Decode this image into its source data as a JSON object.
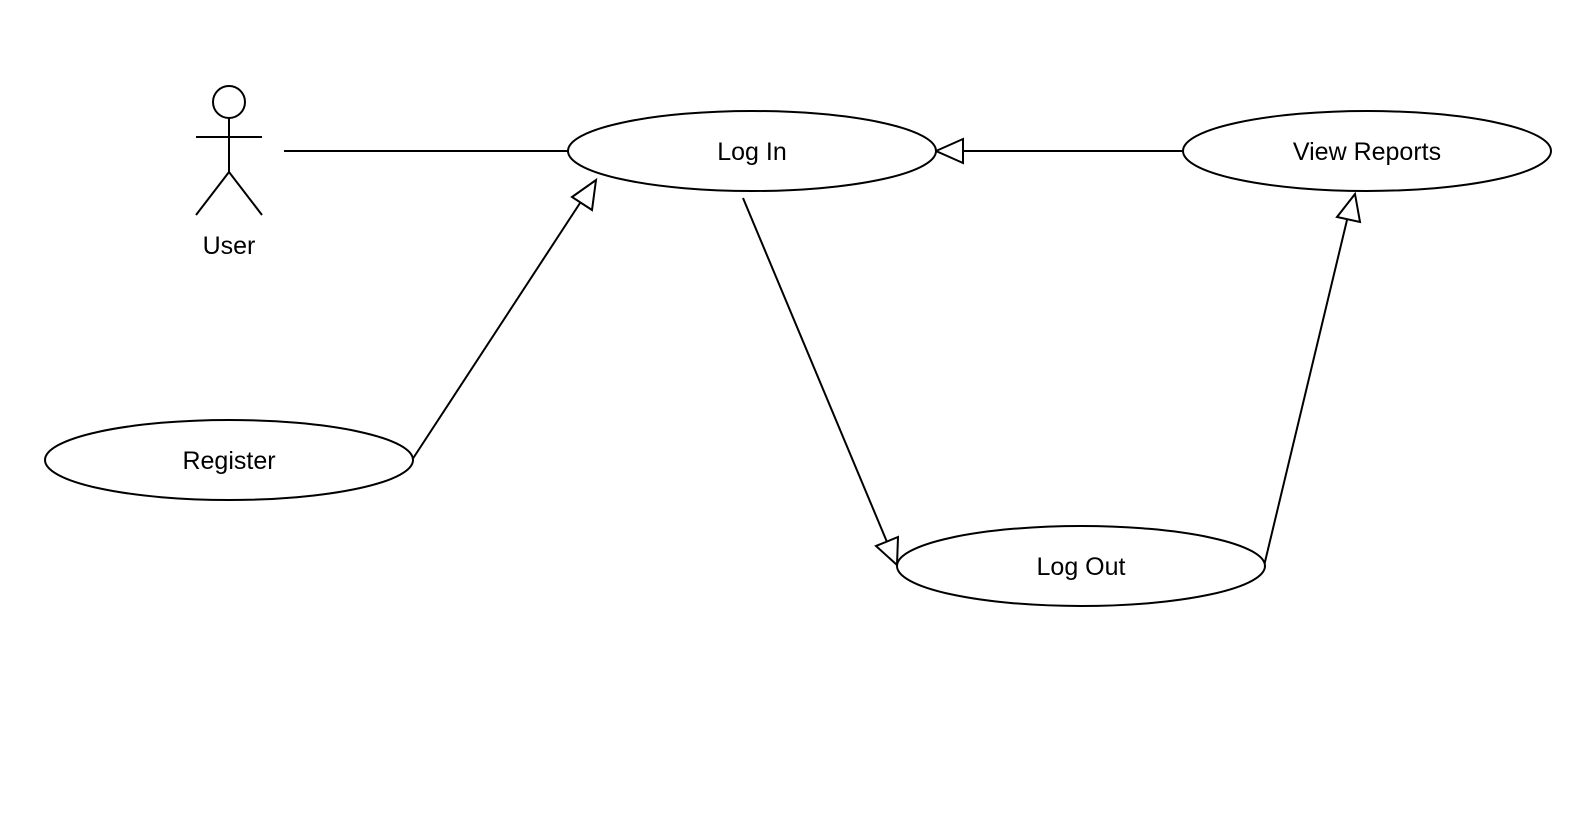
{
  "diagram": {
    "type": "uml-use-case",
    "actors": [
      {
        "id": "user",
        "label": "User"
      }
    ],
    "use_cases": [
      {
        "id": "log_in",
        "label": "Log In"
      },
      {
        "id": "view_reports",
        "label": "View Reports"
      },
      {
        "id": "register",
        "label": "Register"
      },
      {
        "id": "log_out",
        "label": "Log Out"
      }
    ],
    "relationships": [
      {
        "from": "user",
        "to": "log_in",
        "kind": "association"
      },
      {
        "from": "view_reports",
        "to": "log_in",
        "kind": "generalization"
      },
      {
        "from": "register",
        "to": "log_in",
        "kind": "generalization"
      },
      {
        "from": "log_in",
        "to": "log_out",
        "kind": "generalization"
      },
      {
        "from": "log_out",
        "to": "view_reports",
        "kind": "generalization"
      }
    ],
    "colors": {
      "line": "#000000",
      "background": "#ffffff"
    }
  }
}
